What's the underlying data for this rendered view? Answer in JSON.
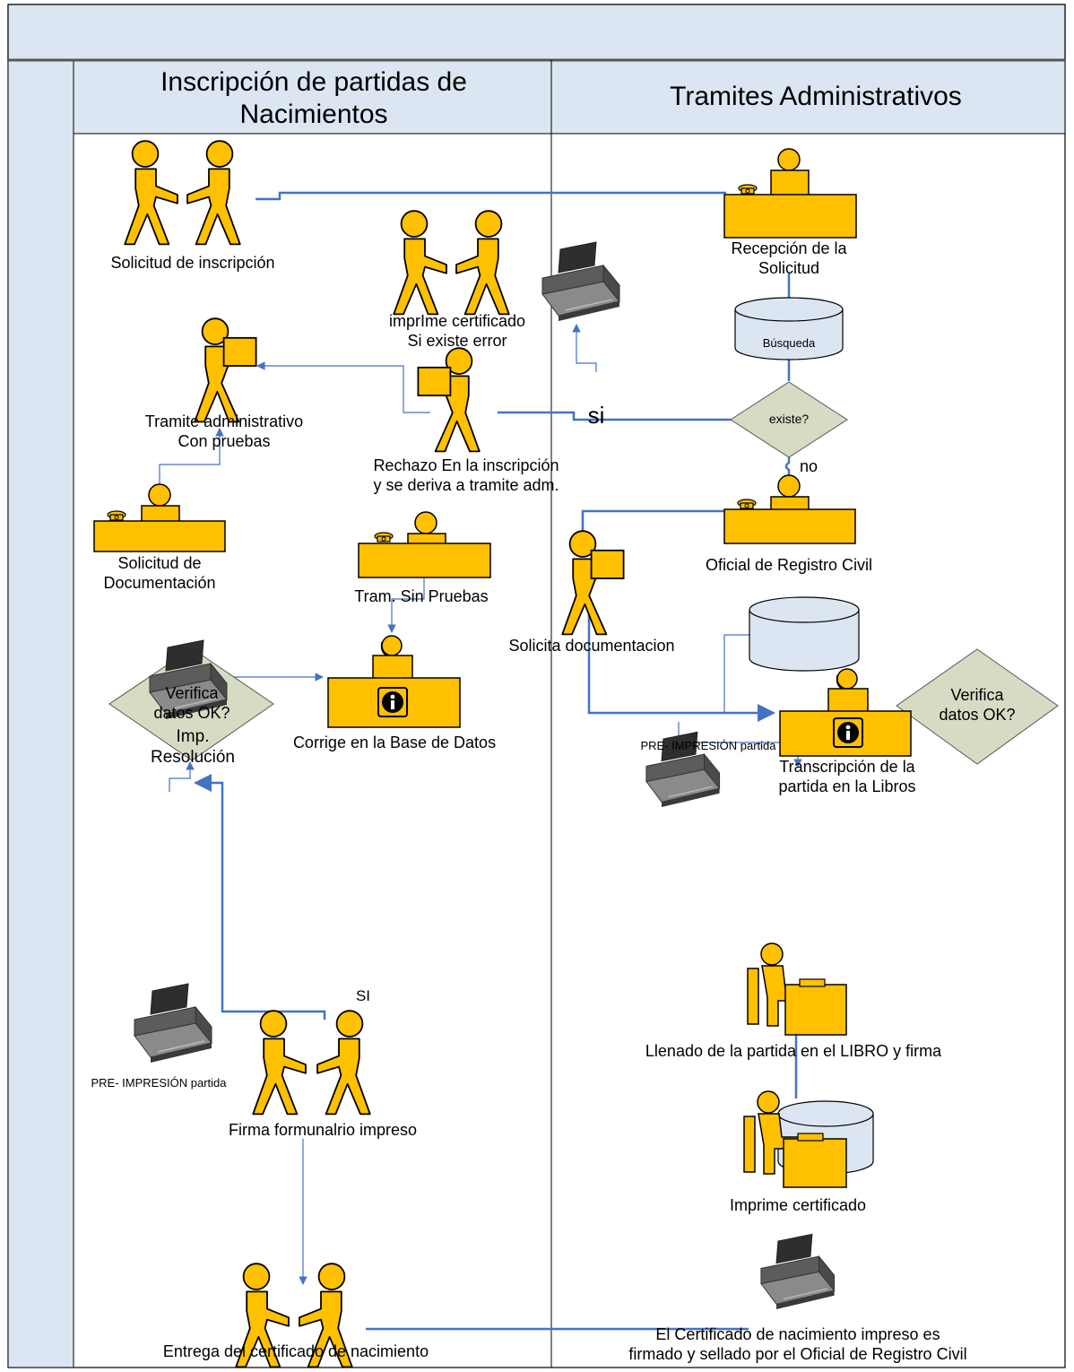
{
  "lanes": [
    {
      "title_line1": "Inscripción de partidas de",
      "title_line2": "Nacimientos"
    },
    {
      "title": "Tramites Administrativos"
    }
  ],
  "labels": {
    "solicitud_inscripcion": "Solicitud de inscripción",
    "imprime_cert_line1": "imprIme certificado",
    "imprime_cert_line2": "Si existe error",
    "recepcion_line1": "Recepción de la",
    "recepcion_line2": "Solicitud",
    "busqueda": "Búsqueda",
    "tramite_adm_line1": "Tramite administrativo",
    "tramite_adm_line2": "Con pruebas",
    "si": "si",
    "existe": "existe?",
    "rechazo_line1": "Rechazo En la inscripción",
    "rechazo_line2": "y se deriva a tramite adm.",
    "no": "no",
    "solicitud_doc_line1": "Solicitud de",
    "solicitud_doc_line2": "Documentación",
    "oficial_registro": "Oficial de Registro Civil",
    "tram_sin_pruebas": "Tram. Sin Pruebas",
    "solicita_documentacion": "Solicita documentacion",
    "imp_resolucion_line1": "Imp.",
    "imp_resolucion_line2": "Resolución",
    "corrige_bd": "Corrige en la Base de Datos",
    "transcripcion_line1": "Transcripción de la",
    "transcripcion_line2": "partida en la Libros",
    "verifica_left_line1": "Verifica",
    "verifica_left_line2": "datos OK?",
    "pre_impresion_right": "PRE- IMPRESIÓN partida",
    "verifica_right_line1": "Verifica",
    "verifica_right_line2": "datos OK?",
    "si_upper": "SI",
    "pre_impresion_left": "PRE- IMPRESIÓN partida",
    "llenado": "Llenado de la partida en el LIBRO y firma",
    "firma_formulario": "Firma formunalrio impreso",
    "imprime_certificado": "Imprime certificado",
    "entrega": "Entrega del certificado de nacimiento",
    "certificado_impreso_line1": "El Certificado de nacimiento impreso es",
    "certificado_impreso_line2": "firmado y sellado por el Oficial de Registro Civil"
  },
  "colors": {
    "figure_fill": "#FFC000",
    "desk_fill": "#FFC000",
    "connector": "#4472C4",
    "diamond_fill": "#D6DCC4",
    "database_fill": "#DCE6F2",
    "header_band": "#DCE6F2",
    "printer_body": "#6E6E6E"
  },
  "icons": [
    "person-handoff-icon",
    "person-carrying-box-icon",
    "receptionist-desk-icon",
    "information-desk-icon",
    "printer-icon",
    "database-icon",
    "seated-worker-icon",
    "decision-diamond"
  ]
}
